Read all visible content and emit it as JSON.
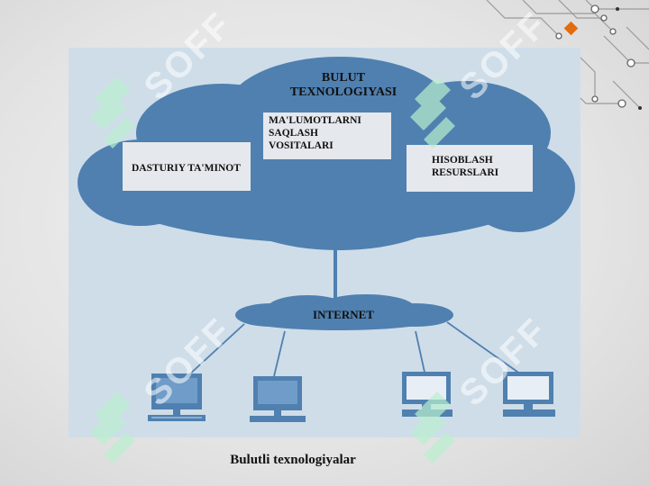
{
  "diagram": {
    "title": "BULUT\nTEXNOLOGIYASI",
    "boxes": {
      "storage": "MA'LUMOTLARNI\nSAQLASH\nVOSITALARI",
      "software": "DASTURIY TA'MINOT",
      "compute": "HISOBLASH\nRESURSLARI"
    },
    "internet_label": "INTERNET"
  },
  "caption": "Bulutli texnologiyalar",
  "watermark": {
    "text": "SOFF"
  },
  "colors": {
    "cloud": "#4f80b0",
    "panel": "#cfdde9",
    "box": "#e5e8ec",
    "watermark": "#b9f0cf",
    "accent": "#e46c0a"
  },
  "icons": [
    "desktop-computer-icon",
    "desktop-computer-icon",
    "monitor-icon",
    "monitor-icon"
  ]
}
